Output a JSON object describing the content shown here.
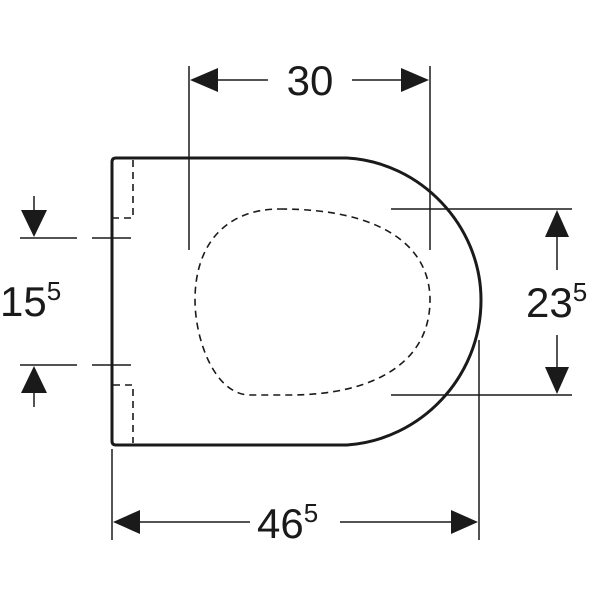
{
  "drawing": {
    "subject": "toilet seat top view dimension drawing",
    "stroke_color": "#1a1a1a",
    "background": "#ffffff"
  },
  "dimensions": {
    "top_width": {
      "main": "30",
      "sup": ""
    },
    "right_height": {
      "main": "23",
      "sup": "5"
    },
    "left_hinge_spacing": {
      "main": "15",
      "sup": "5"
    },
    "overall_length": {
      "main": "46",
      "sup": "5"
    }
  }
}
